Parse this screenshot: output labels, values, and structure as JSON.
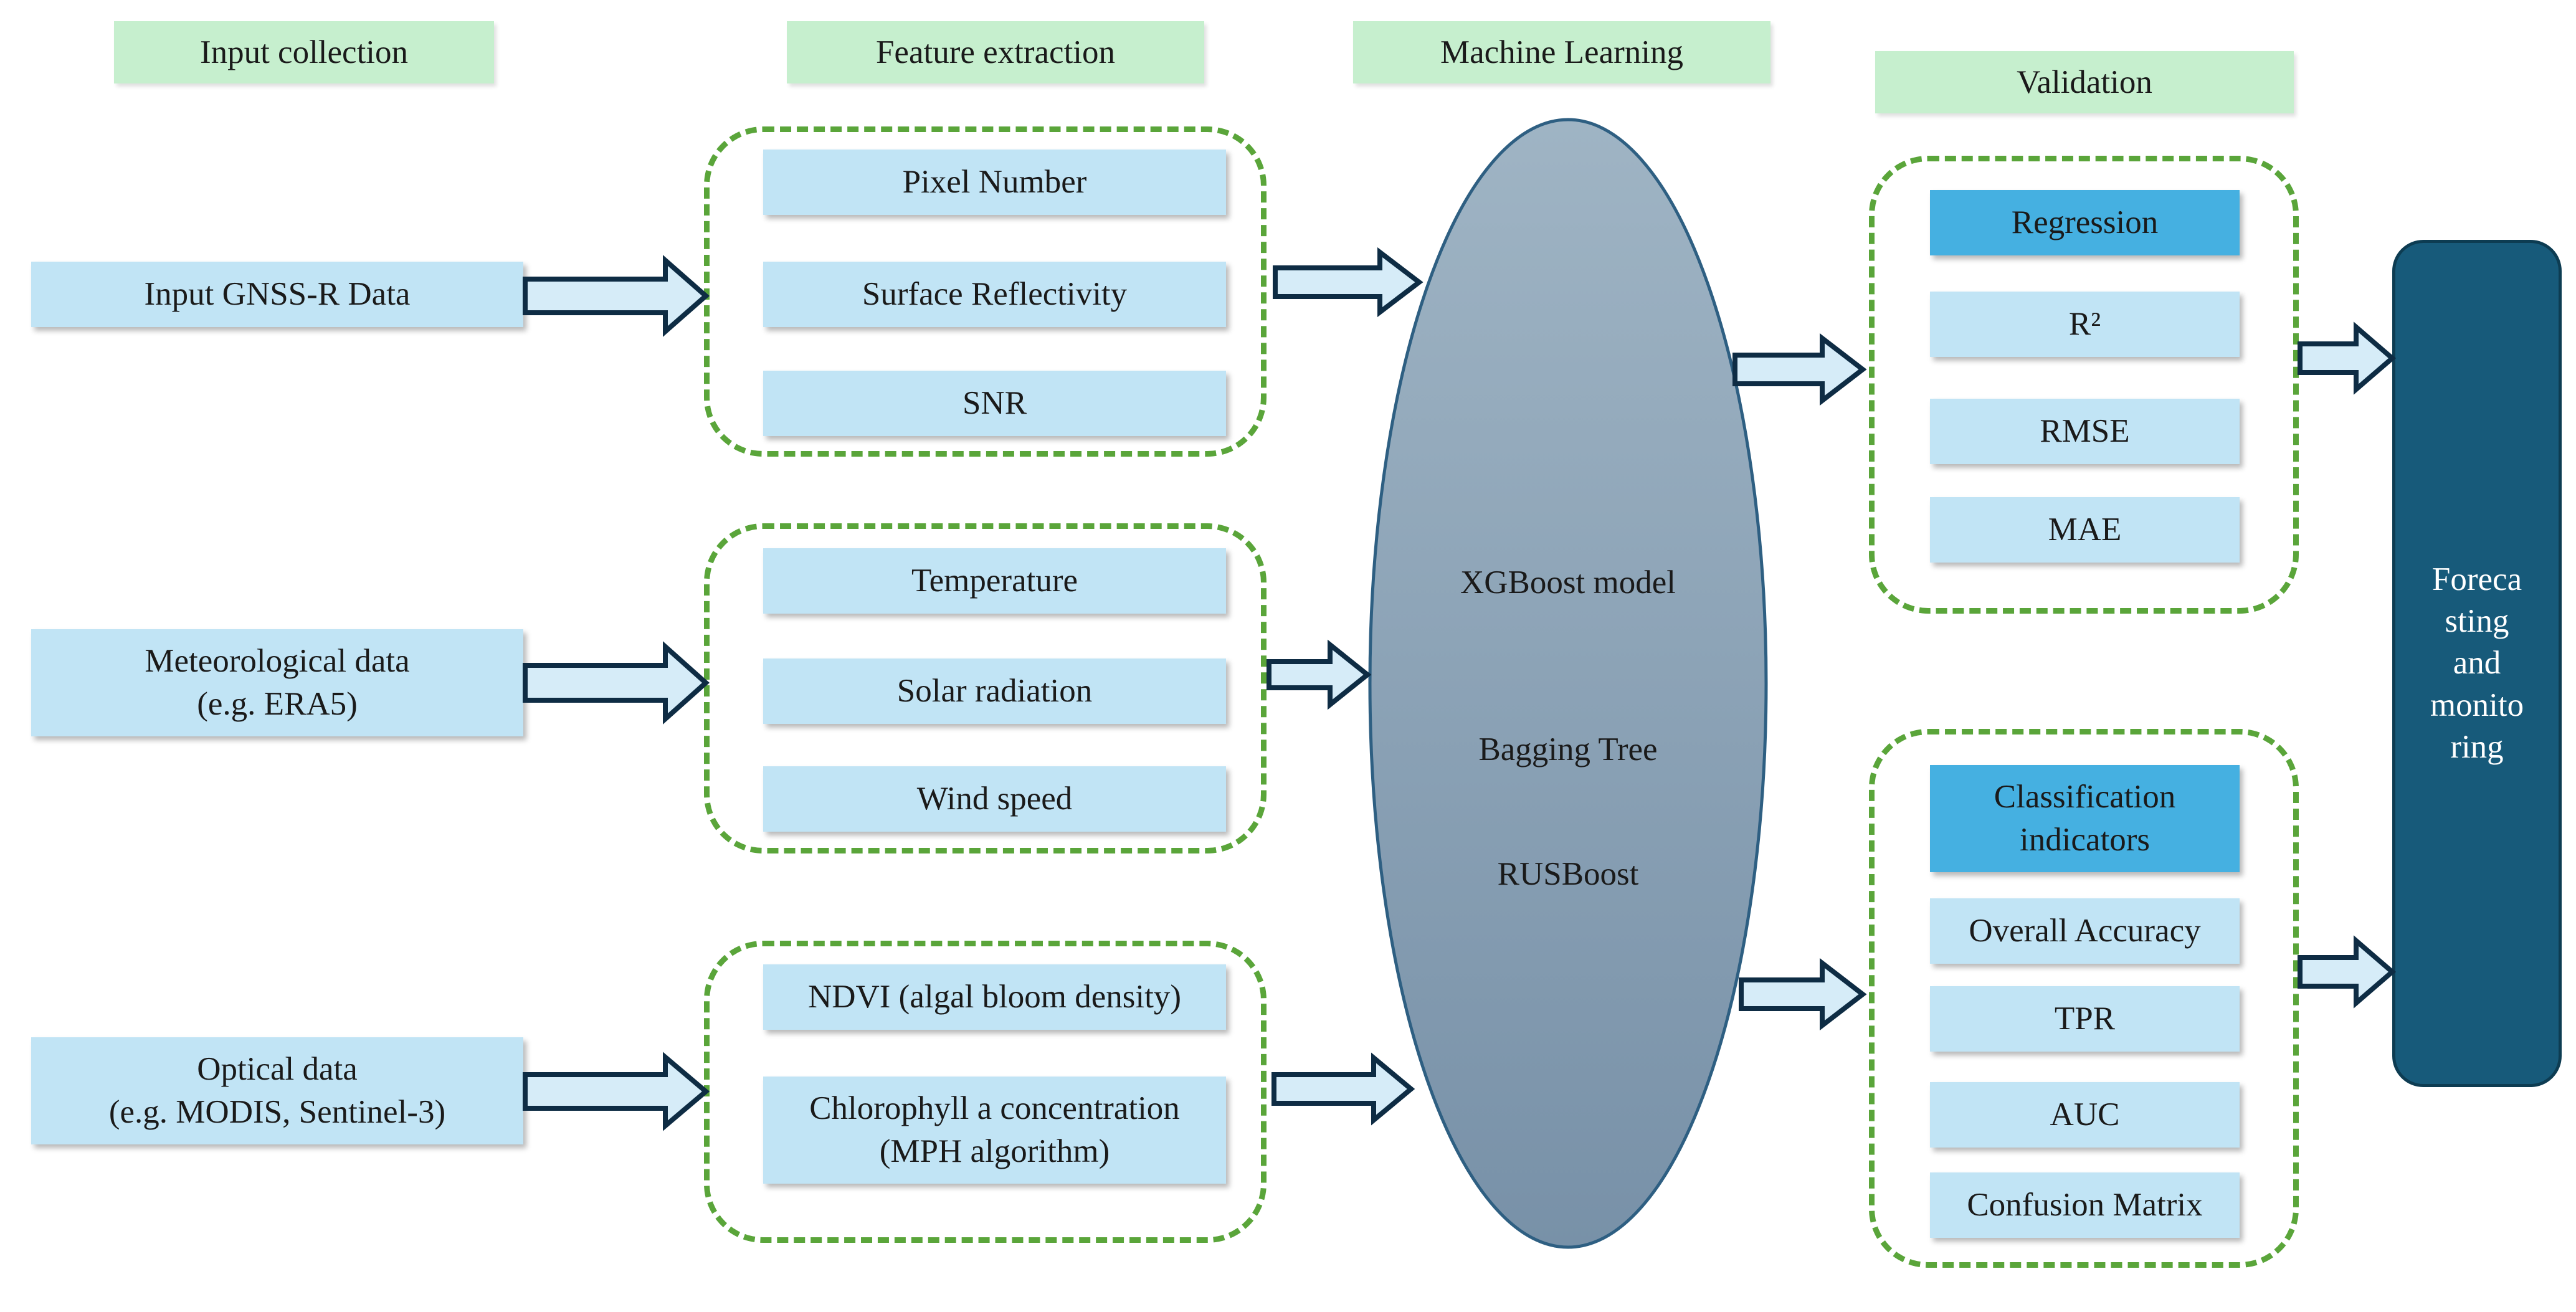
{
  "headers": {
    "input": "Input collection",
    "feature": "Feature extraction",
    "ml": "Machine Learning",
    "validation": "Validation"
  },
  "inputs": {
    "gnss": "Input GNSS-R Data",
    "meteo": "Meteorological data\n(e.g. ERA5)",
    "optical": "Optical data\n(e.g. MODIS, Sentinel-3)"
  },
  "features": {
    "pixel_number": "Pixel Number",
    "surface_reflectivity": "Surface Reflectivity",
    "snr": "SNR",
    "temperature": "Temperature",
    "solar_radiation": "Solar radiation",
    "wind_speed": "Wind speed",
    "ndvi": "NDVI (algal bloom density)",
    "chlorophyll": "Chlorophyll a concentration\n(MPH algorithm)"
  },
  "models": {
    "xgboost": "XGBoost model",
    "bagging": "Bagging Tree",
    "rusboost": "RUSBoost"
  },
  "regression": {
    "title": "Regression",
    "items": [
      "R²",
      "RMSE",
      "MAE"
    ]
  },
  "classification": {
    "title": "Classification\nindicators",
    "items": [
      "Overall Accuracy",
      "TPR",
      "AUC",
      "Confusion Matrix"
    ]
  },
  "output": "Foreca\nsting\nand\nmonito\nring",
  "colors": {
    "header_bg": "#c6efce",
    "box_bg": "#c1e4f5",
    "box_dark_bg": "#45b0e1",
    "dash_green": "#5aa53a",
    "ellipse_top": "#9fb4c4",
    "ellipse_bottom": "#7891a8",
    "forecast_bg": "#175a7a",
    "arrow_fill": "#d6ecf8",
    "arrow_stroke": "#0e2c44"
  }
}
